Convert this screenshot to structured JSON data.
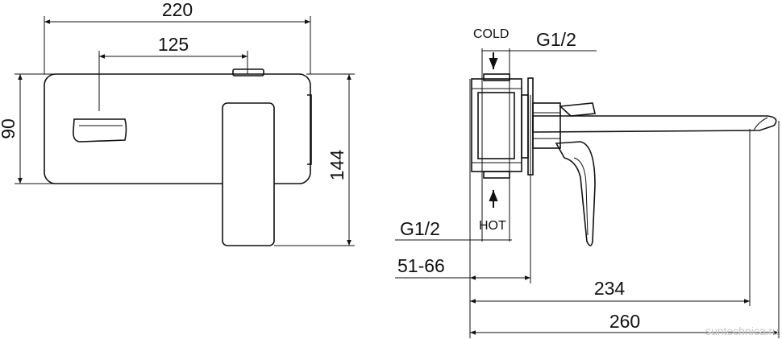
{
  "front_view": {
    "dim_width": "220",
    "dim_handle_offset": "125",
    "dim_height_body": "90",
    "dim_height_total": "144"
  },
  "side_view": {
    "label_cold": "COLD",
    "label_hot": "HOT",
    "thread_top": "G1/2",
    "thread_bottom": "G1/2",
    "dim_depth_range": "51-66",
    "dim_spout_reach": "234",
    "dim_total_length": "260"
  },
  "watermark": "suntechnica.ru",
  "colors": {
    "line": "#111111",
    "watermark": "#c9c9c9"
  }
}
